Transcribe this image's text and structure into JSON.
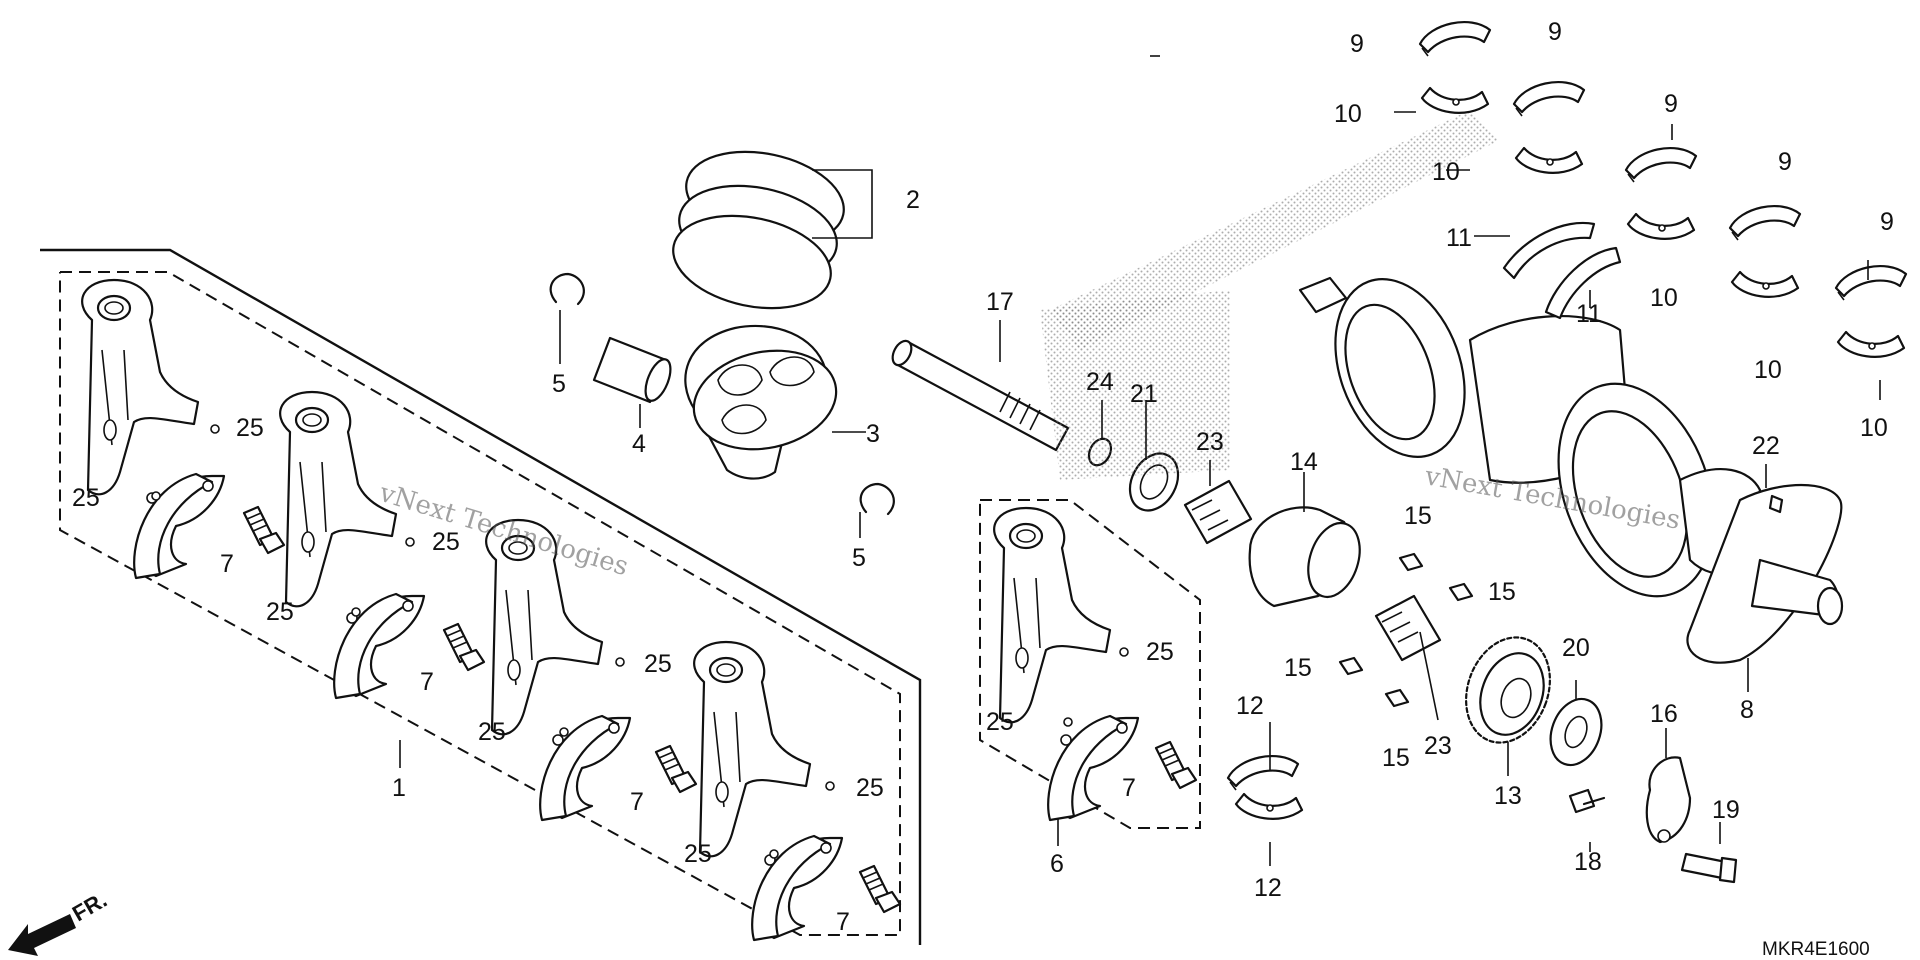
{
  "diagram_code": "MKR4E1600",
  "front_marker": "FR.",
  "watermark": "vNext Technologies",
  "callouts": [
    {
      "id": "c1",
      "text": "1"
    },
    {
      "id": "c2",
      "text": "2"
    },
    {
      "id": "c3",
      "text": "3"
    },
    {
      "id": "c4",
      "text": "4"
    },
    {
      "id": "c5a",
      "text": "5"
    },
    {
      "id": "c5b",
      "text": "5"
    },
    {
      "id": "c6",
      "text": "6"
    },
    {
      "id": "c7a",
      "text": "7"
    },
    {
      "id": "c7b",
      "text": "7"
    },
    {
      "id": "c7c",
      "text": "7"
    },
    {
      "id": "c7d",
      "text": "7"
    },
    {
      "id": "c7e",
      "text": "7"
    },
    {
      "id": "c8",
      "text": "8"
    },
    {
      "id": "c9a",
      "text": "9"
    },
    {
      "id": "c9b",
      "text": "9"
    },
    {
      "id": "c9c",
      "text": "9"
    },
    {
      "id": "c9d",
      "text": "9"
    },
    {
      "id": "c9e",
      "text": "9"
    },
    {
      "id": "c10a",
      "text": "10"
    },
    {
      "id": "c10b",
      "text": "10"
    },
    {
      "id": "c10c",
      "text": "10"
    },
    {
      "id": "c10d",
      "text": "10"
    },
    {
      "id": "c10e",
      "text": "10"
    },
    {
      "id": "c11a",
      "text": "11"
    },
    {
      "id": "c11b",
      "text": "11"
    },
    {
      "id": "c12a",
      "text": "12"
    },
    {
      "id": "c12b",
      "text": "12"
    },
    {
      "id": "c13",
      "text": "13"
    },
    {
      "id": "c14",
      "text": "14"
    },
    {
      "id": "c15a",
      "text": "15"
    },
    {
      "id": "c15b",
      "text": "15"
    },
    {
      "id": "c15c",
      "text": "15"
    },
    {
      "id": "c15d",
      "text": "15"
    },
    {
      "id": "c16",
      "text": "16"
    },
    {
      "id": "c17",
      "text": "17"
    },
    {
      "id": "c18",
      "text": "18"
    },
    {
      "id": "c19",
      "text": "19"
    },
    {
      "id": "c20",
      "text": "20"
    },
    {
      "id": "c21",
      "text": "21"
    },
    {
      "id": "c22",
      "text": "22"
    },
    {
      "id": "c23a",
      "text": "23"
    },
    {
      "id": "c23b",
      "text": "23"
    },
    {
      "id": "c24",
      "text": "24"
    },
    {
      "id": "c25a",
      "text": "25"
    },
    {
      "id": "c25b",
      "text": "25"
    },
    {
      "id": "c25c",
      "text": "25"
    },
    {
      "id": "c25d",
      "text": "25"
    },
    {
      "id": "c25e",
      "text": "25"
    },
    {
      "id": "c25f",
      "text": "25"
    },
    {
      "id": "c25g",
      "text": "25"
    },
    {
      "id": "c25h",
      "text": "25"
    },
    {
      "id": "c25i",
      "text": "25"
    },
    {
      "id": "c25j",
      "text": "25"
    }
  ]
}
